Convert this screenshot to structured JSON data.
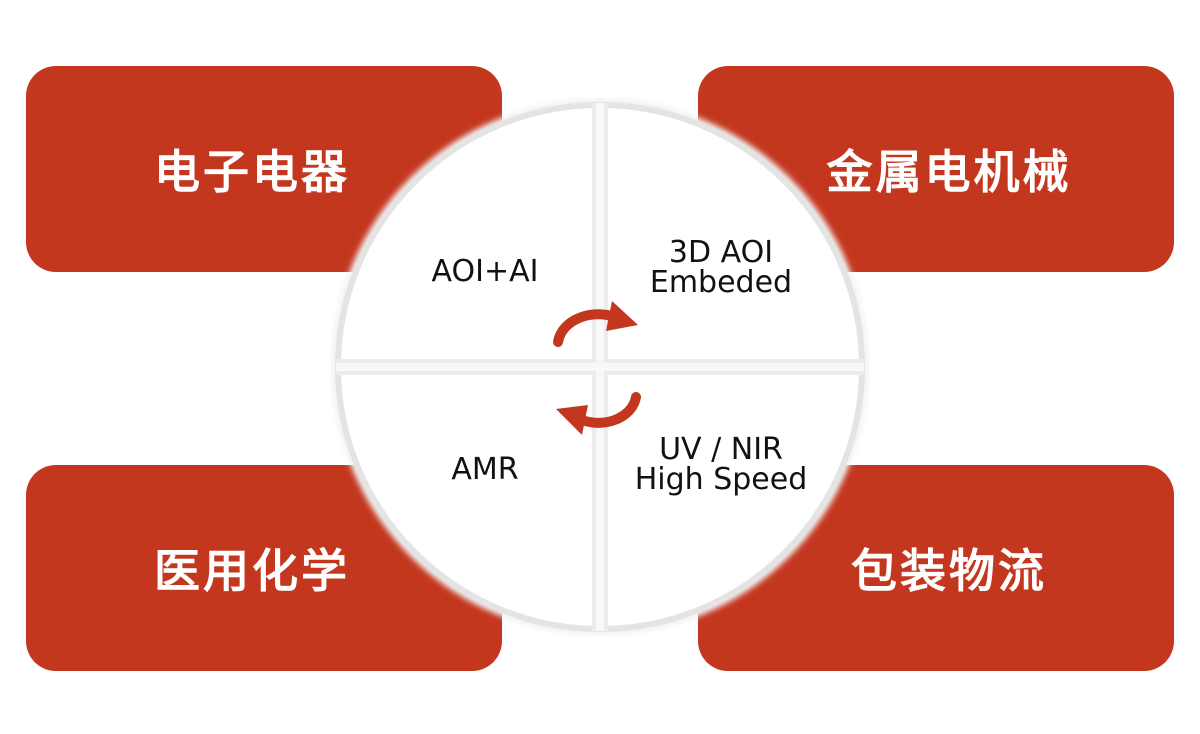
{
  "industries": {
    "top_left": "电子电器",
    "top_right": "金属电机械",
    "bottom_left": "医用化学",
    "bottom_right": "包装物流"
  },
  "quadrants": {
    "top_left": [
      "AOI+AI"
    ],
    "top_right": [
      "3D AOI",
      "Embeded"
    ],
    "bottom_left": [
      "AMR"
    ],
    "bottom_right": [
      "UV / NIR",
      "High Speed"
    ]
  },
  "colors": {
    "accent": "#c4371f",
    "wheel_fill": "#ffffff",
    "wheel_outline": "#e6e6e6",
    "text": "#111111"
  },
  "icons": [
    "cycle-arrow-right-icon",
    "cycle-arrow-left-icon"
  ]
}
